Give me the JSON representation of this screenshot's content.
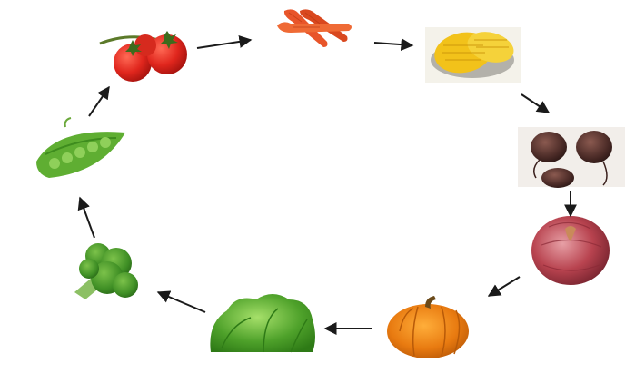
{
  "diagram": {
    "type": "cycle",
    "direction": "clockwise",
    "nodes": [
      {
        "id": "tomato",
        "icon": "tomato-icon"
      },
      {
        "id": "carrot",
        "icon": "carrot-icon"
      },
      {
        "id": "corn",
        "icon": "corn-icon"
      },
      {
        "id": "beet",
        "icon": "beet-icon"
      },
      {
        "id": "onion",
        "icon": "onion-icon"
      },
      {
        "id": "pumpkin",
        "icon": "pumpkin-icon"
      },
      {
        "id": "lettuce",
        "icon": "lettuce-icon"
      },
      {
        "id": "broccoli",
        "icon": "broccoli-icon"
      },
      {
        "id": "peas",
        "icon": "peas-icon"
      }
    ],
    "edges": [
      {
        "from": "tomato",
        "to": "carrot"
      },
      {
        "from": "carrot",
        "to": "corn"
      },
      {
        "from": "corn",
        "to": "beet"
      },
      {
        "from": "beet",
        "to": "onion"
      },
      {
        "from": "onion",
        "to": "pumpkin"
      },
      {
        "from": "pumpkin",
        "to": "lettuce"
      },
      {
        "from": "lettuce",
        "to": "broccoli"
      },
      {
        "from": "broccoli",
        "to": "peas"
      },
      {
        "from": "peas",
        "to": "tomato"
      }
    ],
    "colors": {
      "arrow": "#1a1a1a",
      "tomato": "#e0261d",
      "carrot": "#e8552a",
      "corn": "#f2c21a",
      "beet": "#5a3530",
      "onion": "#b8434f",
      "pumpkin": "#e87a10",
      "lettuce": "#4ea12a",
      "broccoli": "#3f8f25",
      "peas": "#5fae32"
    }
  }
}
